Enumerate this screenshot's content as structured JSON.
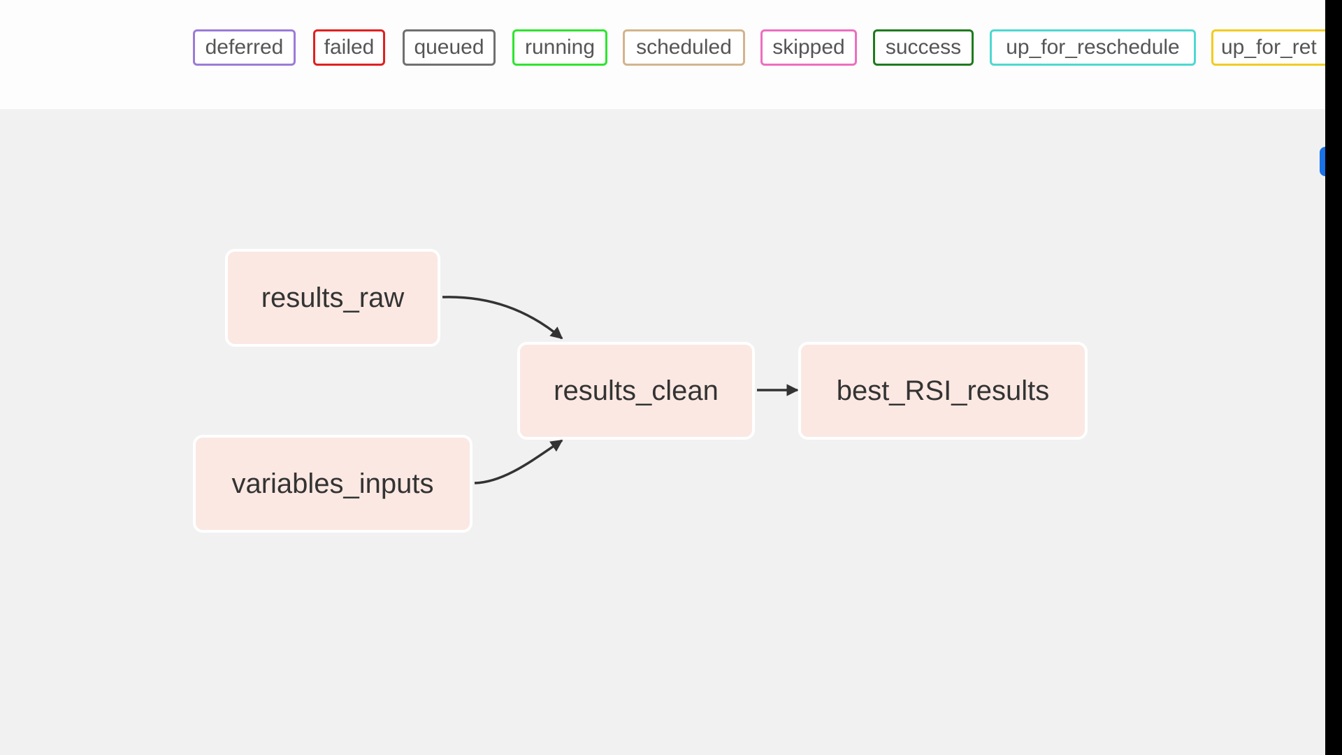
{
  "legend": {
    "states": [
      {
        "label": "deferred",
        "color": "#9b7bd7"
      },
      {
        "label": "failed",
        "color": "#e02020"
      },
      {
        "label": "queued",
        "color": "#707070"
      },
      {
        "label": "running",
        "color": "#2fe32f"
      },
      {
        "label": "scheduled",
        "color": "#d2b48c"
      },
      {
        "label": "skipped",
        "color": "#ee6ec0"
      },
      {
        "label": "success",
        "color": "#1e7a1e"
      },
      {
        "label": "up_for_reschedule",
        "color": "#4ed8d0"
      },
      {
        "label": "up_for_ret",
        "color": "#f2cc22"
      }
    ]
  },
  "graph": {
    "nodes": {
      "results_raw": "results_raw",
      "variables_inputs": "variables_inputs",
      "results_clean": "results_clean",
      "best_RSI_results": "best_RSI_results"
    },
    "node_fill": "#fbe8e2",
    "edges": [
      {
        "from": "results_raw",
        "to": "results_clean"
      },
      {
        "from": "variables_inputs",
        "to": "results_clean"
      },
      {
        "from": "results_clean",
        "to": "best_RSI_results"
      }
    ]
  }
}
